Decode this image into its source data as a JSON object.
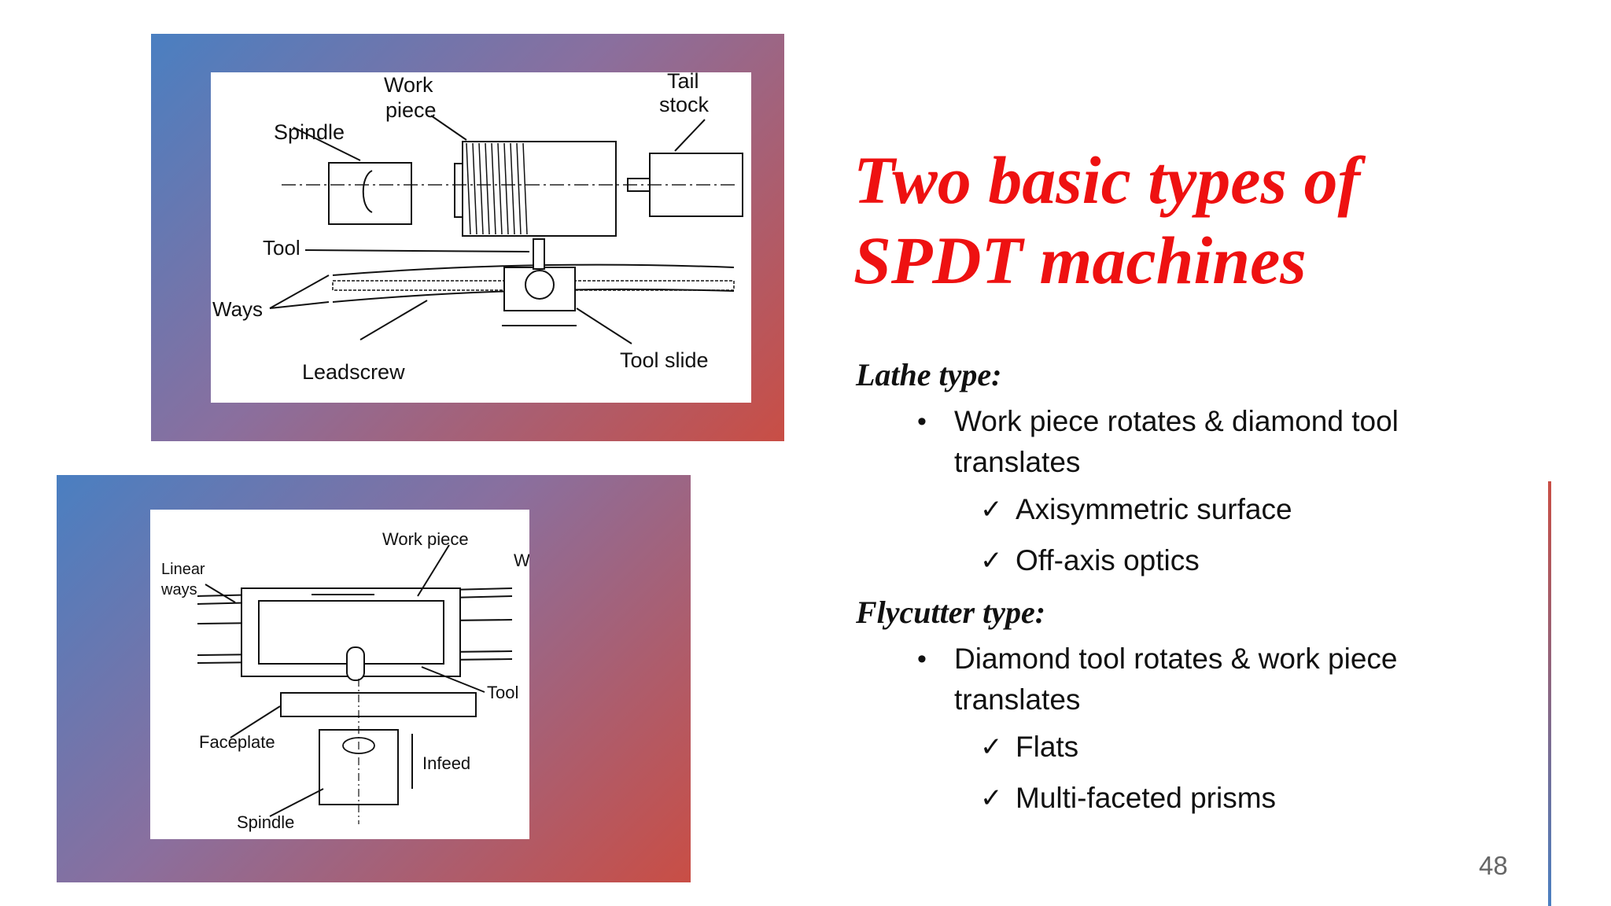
{
  "title": {
    "line1": "Two basic types of",
    "line2": "SPDT machines"
  },
  "sections": [
    {
      "heading": "Lathe type:",
      "bullet": "Work piece rotates & diamond tool translates",
      "checks": [
        "Axisymmetric surface",
        "Off-axis optics"
      ]
    },
    {
      "heading": "Flycutter type:",
      "bullet": "Diamond tool rotates & work piece translates",
      "checks": [
        "Flats",
        "Multi-faceted prisms"
      ]
    }
  ],
  "diagram_top": {
    "labels": {
      "work": "Work",
      "piece": "piece",
      "tail": "Tail",
      "stock": "stock",
      "spindle": "Spindle",
      "tool": "Tool",
      "ways": "Ways",
      "leadscrew": "Leadscrew",
      "toolslide": "Tool slide"
    }
  },
  "diagram_bottom": {
    "labels": {
      "workpiece": "Work piece",
      "linear": "Linear",
      "ways": "ways",
      "w": "W",
      "tool": "Tool",
      "faceplate": "Faceplate",
      "infeed": "Infeed",
      "spindle": "Spindle"
    }
  },
  "page_number": "48",
  "colors": {
    "title": "#ee1111",
    "frame_start": "#4a7fc1",
    "frame_end": "#c94e45"
  }
}
